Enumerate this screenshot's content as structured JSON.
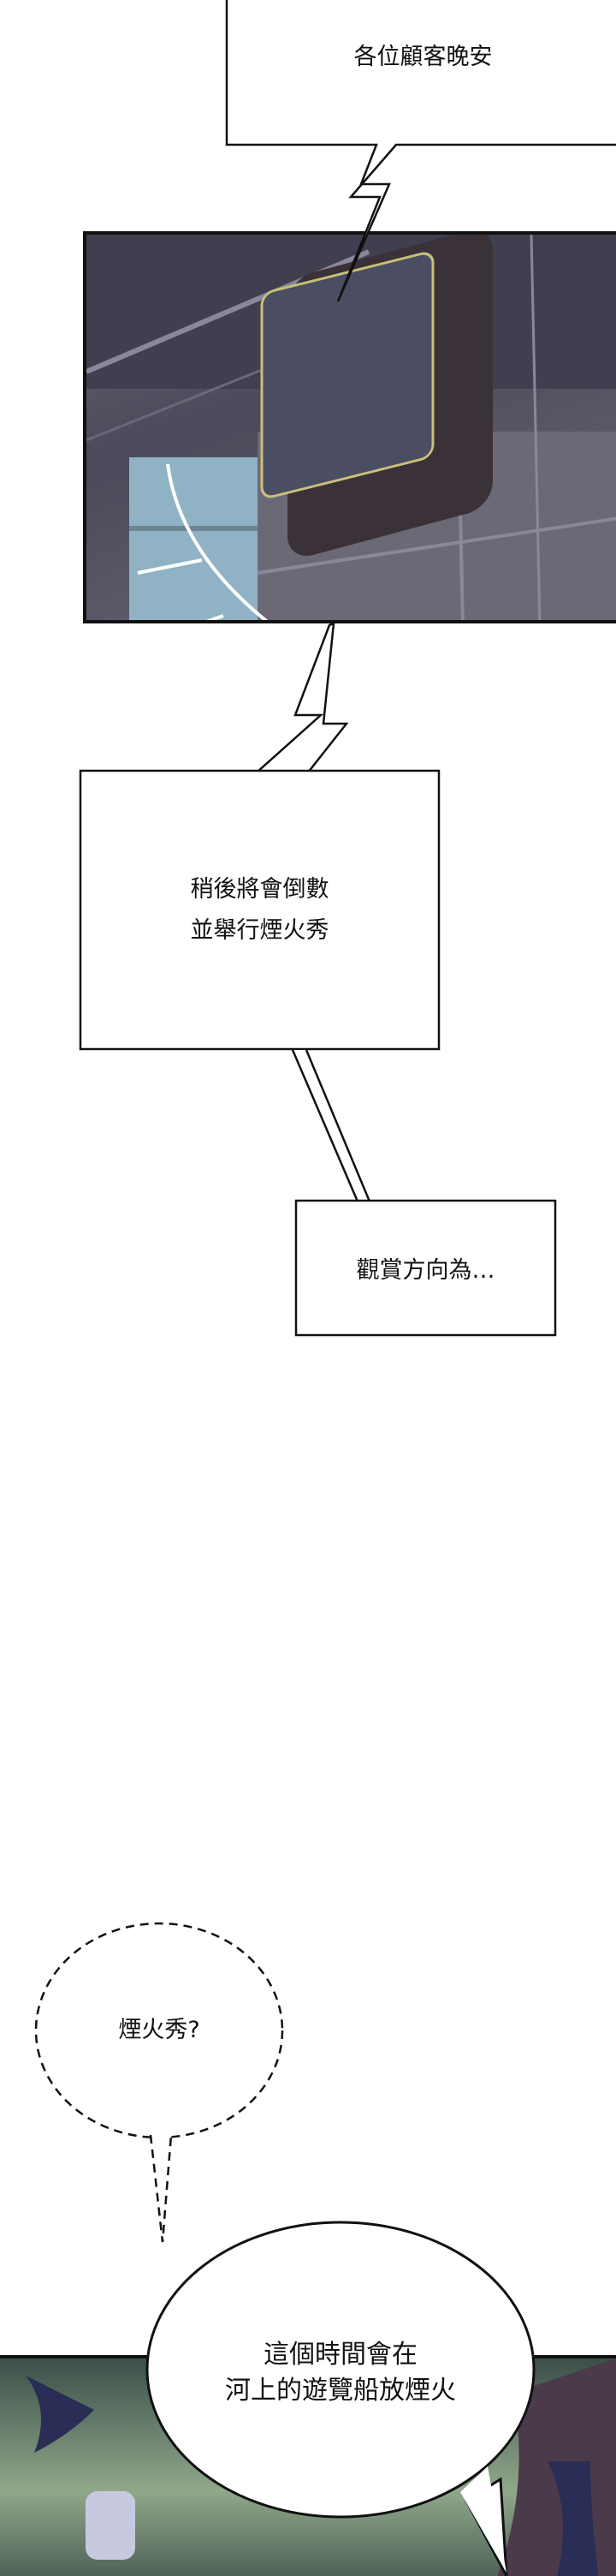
{
  "bubbles": {
    "announce_1": "各位顧客晚安",
    "announce_2_line1": "稍後將會倒數",
    "announce_2_line2": "並舉行煙火秀",
    "announce_3": "觀賞方向為…",
    "thought": "煙火秀?",
    "speech_line1": "這個時間會在",
    "speech_line2": "河上的遊覽船放煙火"
  },
  "colors": {
    "panel_wall": "#5d5b6b",
    "panel_window": "#8fb3c4",
    "speaker_frame": "#c9c07a",
    "forest_dark": "#2e3d3a",
    "forest_light": "#8fa88a",
    "night_sky": "#2a2d55"
  }
}
